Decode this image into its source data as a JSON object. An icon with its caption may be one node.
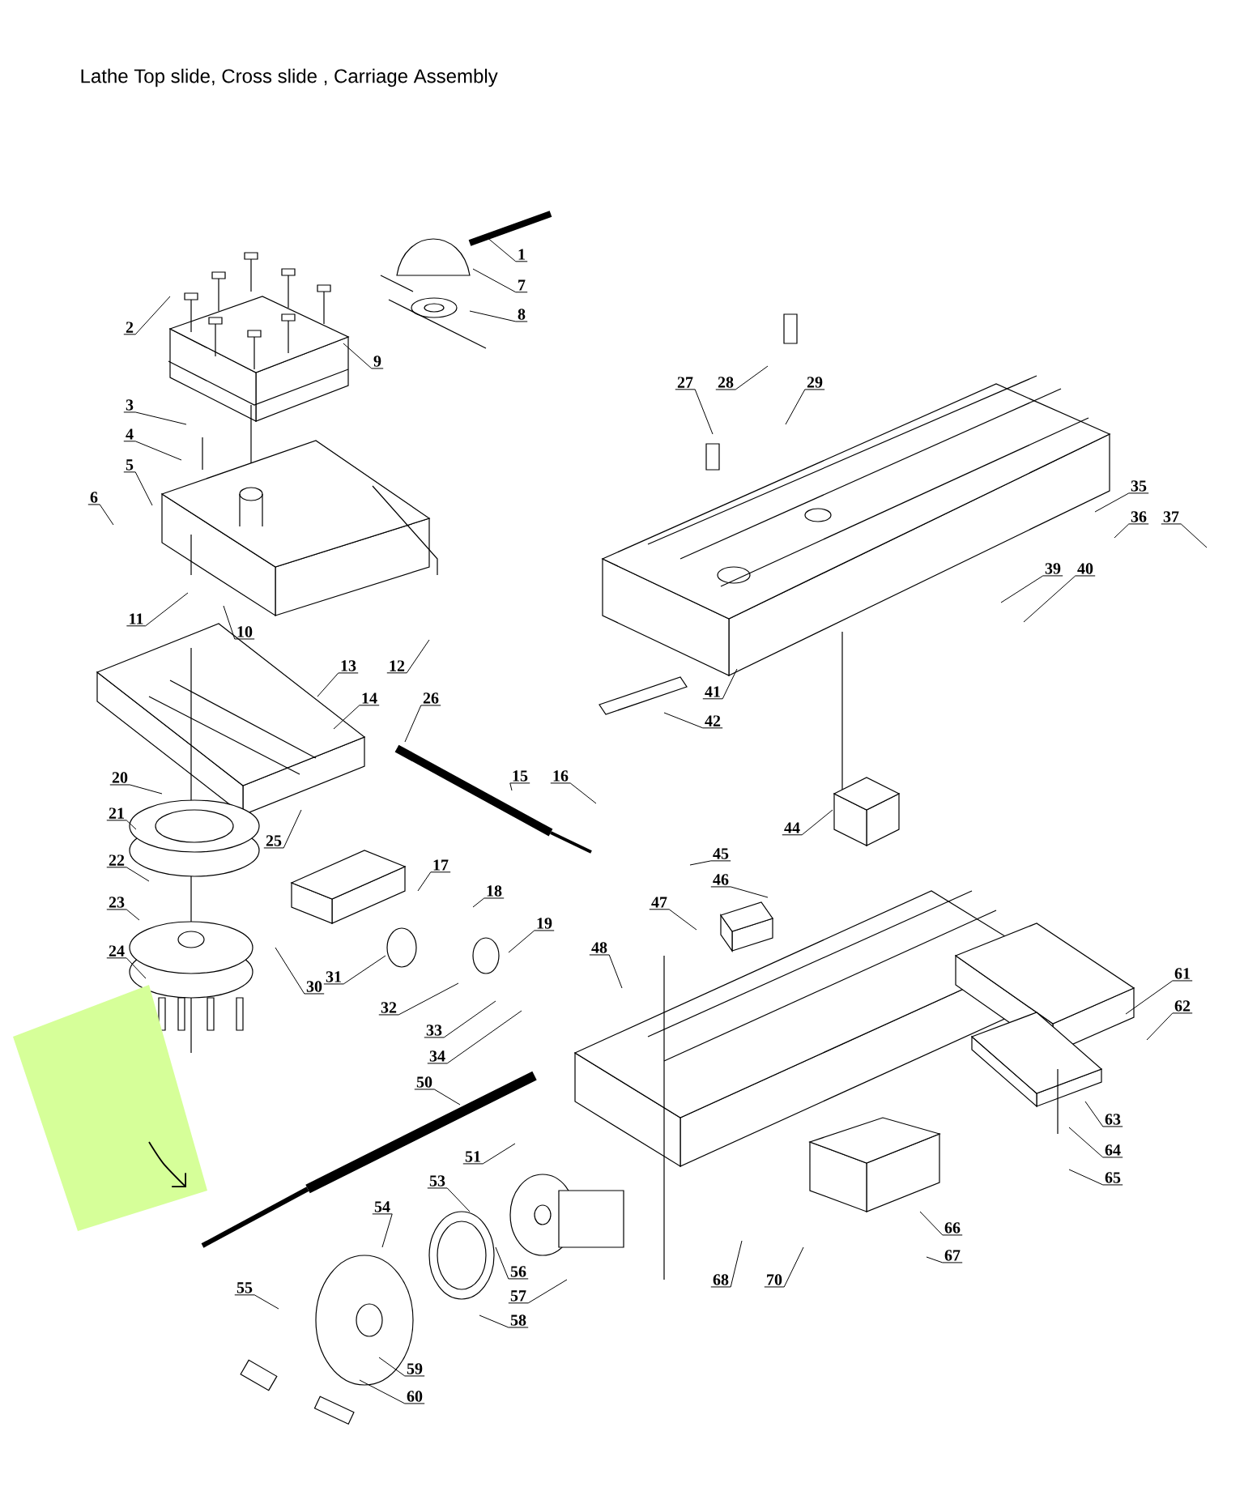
{
  "diagram": {
    "title": "Lathe Top slide, Cross slide , Carriage Assembly",
    "nodes": [
      {
        "text": [
          "1"
        ]
      },
      {
        "text": [
          "7"
        ]
      },
      {
        "text": [
          "8"
        ]
      },
      {
        "text": [
          "2"
        ]
      },
      {
        "text": [
          "9"
        ]
      },
      {
        "text": [
          "27"
        ]
      },
      {
        "text": [
          "28"
        ]
      },
      {
        "text": [
          "29"
        ]
      },
      {
        "text": [
          "3"
        ]
      },
      {
        "text": [
          "4"
        ]
      },
      {
        "text": [
          "5"
        ]
      },
      {
        "text": [
          "35"
        ]
      },
      {
        "text": [
          "6"
        ]
      },
      {
        "text": [
          "36"
        ]
      },
      {
        "text": [
          "37"
        ]
      },
      {
        "text": [
          "39"
        ]
      },
      {
        "text": [
          "40"
        ]
      },
      {
        "text": [
          "11"
        ]
      },
      {
        "text": [
          "10"
        ]
      },
      {
        "text": [
          "13"
        ]
      },
      {
        "text": [
          "12"
        ]
      },
      {
        "text": [
          "41"
        ]
      },
      {
        "text": [
          "14"
        ]
      },
      {
        "text": [
          "26"
        ]
      },
      {
        "text": [
          "42"
        ]
      },
      {
        "text": [
          "20"
        ]
      },
      {
        "text": [
          "15"
        ]
      },
      {
        "text": [
          "16"
        ]
      },
      {
        "text": [
          "21"
        ]
      },
      {
        "text": [
          "44"
        ]
      },
      {
        "text": [
          "25"
        ]
      },
      {
        "text": [
          "45"
        ]
      },
      {
        "text": [
          "22"
        ]
      },
      {
        "text": [
          "17"
        ]
      },
      {
        "text": [
          "46"
        ]
      },
      {
        "text": [
          "18"
        ]
      },
      {
        "text": [
          "23"
        ]
      },
      {
        "text": [
          "47"
        ]
      },
      {
        "text": [
          "19"
        ]
      },
      {
        "text": [
          "48"
        ]
      },
      {
        "text": [
          "24"
        ]
      },
      {
        "text": [
          "61"
        ]
      },
      {
        "text": [
          "30"
        ]
      },
      {
        "text": [
          "31"
        ]
      },
      {
        "text": [
          "32"
        ]
      },
      {
        "text": [
          "62"
        ]
      },
      {
        "text": [
          "33"
        ]
      },
      {
        "text": [
          "34"
        ]
      },
      {
        "text": [
          "50"
        ]
      },
      {
        "text": [
          "63"
        ]
      },
      {
        "text": [
          "64"
        ]
      },
      {
        "text": [
          "51"
        ]
      },
      {
        "text": [
          "65"
        ]
      },
      {
        "text": [
          "53"
        ]
      },
      {
        "text": [
          "54"
        ]
      },
      {
        "text": [
          "66"
        ]
      },
      {
        "text": [
          "67"
        ]
      },
      {
        "text": [
          "56"
        ]
      },
      {
        "text": [
          "68"
        ]
      },
      {
        "text": [
          "70"
        ]
      },
      {
        "text": [
          "55"
        ]
      },
      {
        "text": [
          "57"
        ]
      },
      {
        "text": [
          "58"
        ]
      },
      {
        "text": [
          "59"
        ]
      },
      {
        "text": [
          "60"
        ]
      }
    ],
    "edges": [
      {
        "from": 0,
        "to": null,
        "arrow": "none"
      },
      {
        "from": 1,
        "to": null,
        "arrow": "none"
      },
      {
        "from": 2,
        "to": null,
        "arrow": "none"
      },
      {
        "from": 3,
        "to": null,
        "arrow": "none"
      },
      {
        "from": 4,
        "to": null,
        "arrow": "none"
      },
      {
        "from": 5,
        "to": null,
        "arrow": "none"
      },
      {
        "from": 6,
        "to": null,
        "arrow": "none"
      },
      {
        "from": 7,
        "to": null,
        "arrow": "none"
      },
      {
        "from": 8,
        "to": null,
        "arrow": "none"
      },
      {
        "from": 9,
        "to": null,
        "arrow": "none"
      },
      {
        "from": 10,
        "to": null,
        "arrow": "none"
      },
      {
        "from": 11,
        "to": null,
        "arrow": "none"
      },
      {
        "from": 12,
        "to": null,
        "arrow": "none"
      },
      {
        "from": 13,
        "to": null,
        "arrow": "none"
      },
      {
        "from": 14,
        "to": null,
        "arrow": "none"
      },
      {
        "from": 15,
        "to": null,
        "arrow": "none"
      },
      {
        "from": 16,
        "to": null,
        "arrow": "none"
      },
      {
        "from": 17,
        "to": null,
        "arrow": "none"
      },
      {
        "from": 18,
        "to": null,
        "arrow": "none"
      },
      {
        "from": 19,
        "to": null,
        "arrow": "none"
      },
      {
        "from": 20,
        "to": null,
        "arrow": "none"
      },
      {
        "from": 21,
        "to": null,
        "arrow": "none"
      },
      {
        "from": 22,
        "to": null,
        "arrow": "none"
      },
      {
        "from": 23,
        "to": null,
        "arrow": "none"
      },
      {
        "from": 24,
        "to": null,
        "arrow": "none"
      },
      {
        "from": 25,
        "to": null,
        "arrow": "none"
      },
      {
        "from": 26,
        "to": null,
        "arrow": "none"
      },
      {
        "from": 27,
        "to": null,
        "arrow": "none"
      },
      {
        "from": 28,
        "to": null,
        "arrow": "none"
      },
      {
        "from": 29,
        "to": null,
        "arrow": "none"
      },
      {
        "from": 30,
        "to": null,
        "arrow": "none"
      },
      {
        "from": 31,
        "to": null,
        "arrow": "none"
      },
      {
        "from": 32,
        "to": null,
        "arrow": "none"
      },
      {
        "from": 33,
        "to": null,
        "arrow": "none"
      },
      {
        "from": 34,
        "to": null,
        "arrow": "none"
      },
      {
        "from": 35,
        "to": null,
        "arrow": "none"
      },
      {
        "from": 36,
        "to": null,
        "arrow": "none"
      },
      {
        "from": 37,
        "to": null,
        "arrow": "none"
      },
      {
        "from": 38,
        "to": null,
        "arrow": "none"
      },
      {
        "from": 39,
        "to": null,
        "arrow": "none"
      },
      {
        "from": 40,
        "to": null,
        "arrow": "none"
      },
      {
        "from": 41,
        "to": null,
        "arrow": "none"
      },
      {
        "from": 42,
        "to": null,
        "arrow": "none"
      },
      {
        "from": 43,
        "to": null,
        "arrow": "none"
      },
      {
        "from": 44,
        "to": null,
        "arrow": "none"
      },
      {
        "from": 45,
        "to": null,
        "arrow": "none"
      },
      {
        "from": 46,
        "to": null,
        "arrow": "none"
      },
      {
        "from": 47,
        "to": null,
        "arrow": "none"
      },
      {
        "from": 48,
        "to": null,
        "arrow": "none"
      },
      {
        "from": 49,
        "to": null,
        "arrow": "none"
      },
      {
        "from": 50,
        "to": null,
        "arrow": "none"
      },
      {
        "from": 51,
        "to": null,
        "arrow": "none"
      },
      {
        "from": 52,
        "to": null,
        "arrow": "none"
      },
      {
        "from": 53,
        "to": null,
        "arrow": "none"
      },
      {
        "from": 54,
        "to": null,
        "arrow": "none"
      },
      {
        "from": 55,
        "to": null,
        "arrow": "none"
      },
      {
        "from": 56,
        "to": null,
        "arrow": "none"
      },
      {
        "from": 57,
        "to": null,
        "arrow": "none"
      },
      {
        "from": 58,
        "to": null,
        "arrow": "none"
      },
      {
        "from": 59,
        "to": null,
        "arrow": "none"
      },
      {
        "from": 60,
        "to": null,
        "arrow": "none"
      },
      {
        "from": 61,
        "to": null,
        "arrow": "none"
      },
      {
        "from": 62,
        "to": null,
        "arrow": "none"
      },
      {
        "from": 63,
        "to": null,
        "arrow": "none"
      },
      {
        "from": 64,
        "to": null,
        "arrow": "none"
      }
    ]
  }
}
